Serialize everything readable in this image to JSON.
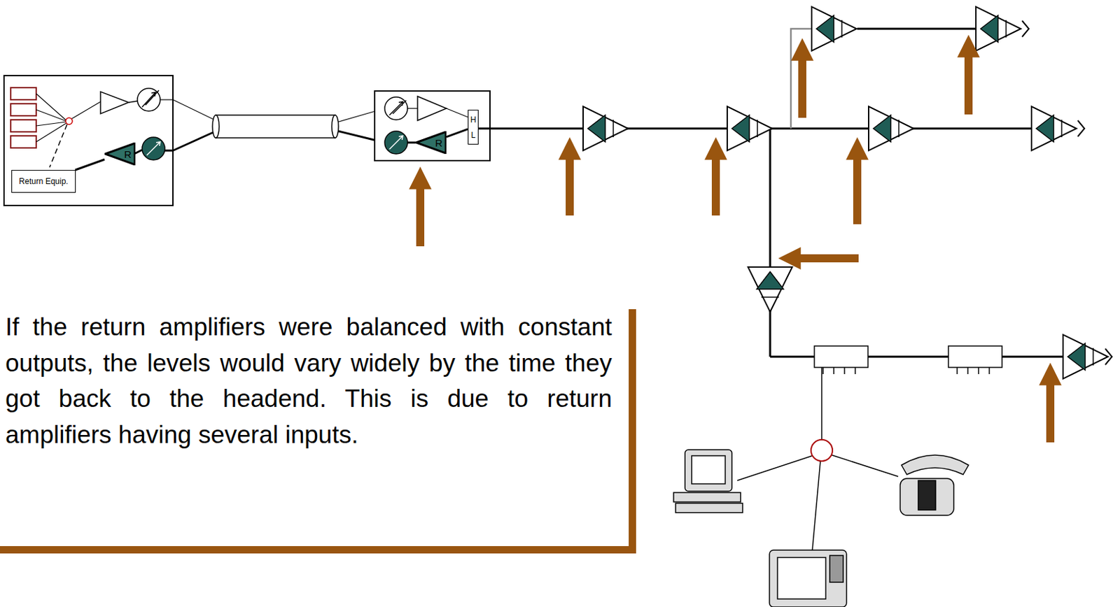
{
  "diagram": {
    "nodes": [
      {
        "text": [
          "Return Equip."
        ]
      },
      {
        "text": [
          "R"
        ]
      },
      {
        "text": [
          "R"
        ]
      },
      {
        "text": [
          "H",
          "L"
        ]
      }
    ],
    "edges": [
      {
        "from": 0,
        "to": 1,
        "arrow": "none"
      },
      {
        "from": 2,
        "to": 3,
        "arrow": "none"
      }
    ],
    "labels": [
      "If the return amplifiers were balanced with constant outputs, the levels would vary widely by the time they got back to the headend.  This is due to return amplifiers having several inputs."
    ]
  }
}
